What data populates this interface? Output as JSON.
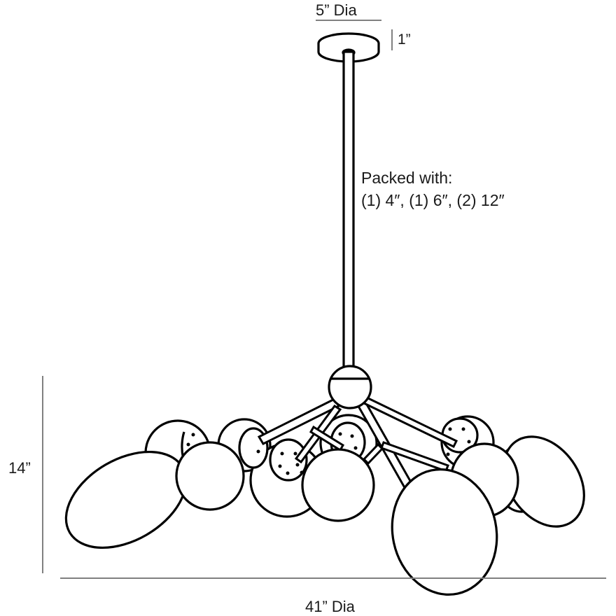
{
  "dimensions": {
    "canopy_diameter": "5” Dia",
    "canopy_height": "1”",
    "overall_height": "14”",
    "overall_diameter": "41” Dia"
  },
  "notes": {
    "packed_title": "Packed with:",
    "packed_rods": "(1) 4″, (1) 6″, (2) 12″"
  },
  "colors": {
    "line": "#000000",
    "dimension_line": "#808080",
    "background": "#ffffff"
  }
}
